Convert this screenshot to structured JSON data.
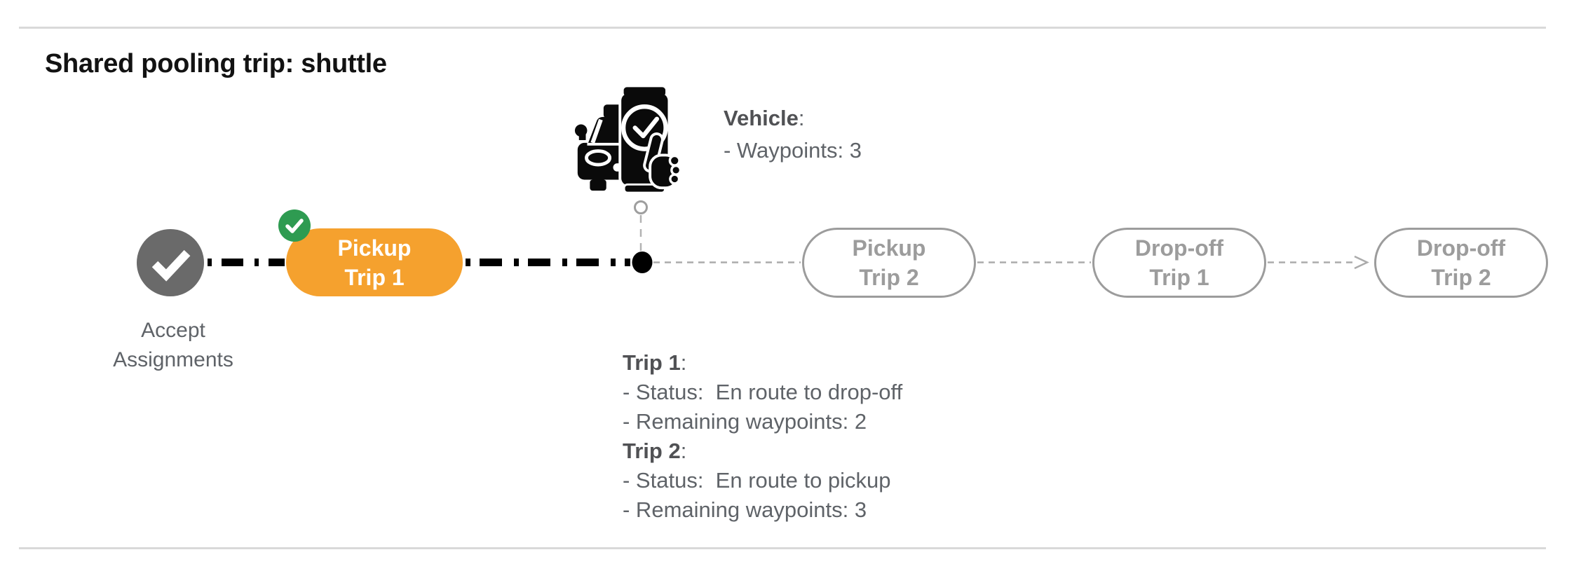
{
  "header": {
    "title": "Shared pooling trip: shuttle"
  },
  "vehicle_panel": {
    "label": "Vehicle",
    "colon": ":",
    "waypoints": "- Waypoints: 3",
    "icon": "vehicle-phone-check-icon"
  },
  "timeline": {
    "accept": {
      "line1": "Accept",
      "line2": "Assignments",
      "icon": "gray-check-circle-icon"
    },
    "stops": {
      "pickup_trip1": {
        "line1": "Pickup",
        "line2": "Trip 1",
        "state": "current",
        "badge_icon": "green-check-icon",
        "color": "#F5A12E"
      },
      "pickup_trip2": {
        "line1": "Pickup",
        "line2": "Trip 2",
        "state": "upcoming"
      },
      "dropoff_trip1": {
        "line1": "Drop-off",
        "line2": "Trip 1",
        "state": "upcoming"
      },
      "dropoff_trip2": {
        "line1": "Drop-off",
        "line2": "Trip 2",
        "state": "upcoming"
      }
    }
  },
  "status_panel": {
    "trip1": {
      "label": "Trip 1",
      "colon": ":",
      "status": "- Status:  En route to drop-off",
      "waypoints": "- Remaining waypoints: 2"
    },
    "trip2": {
      "label": "Trip 2",
      "colon": ":",
      "status": "- Status:  En route to pickup",
      "waypoints": "- Remaining waypoints: 3"
    }
  },
  "colors": {
    "accent_orange": "#F5A12E",
    "success_green": "#2E9B51",
    "pill_gray": "#9C9C9C",
    "circle_gray": "#6A6A6A",
    "text_gray": "#5F6368",
    "divider_gray": "#D9D9D9",
    "line_black": "#000000"
  }
}
